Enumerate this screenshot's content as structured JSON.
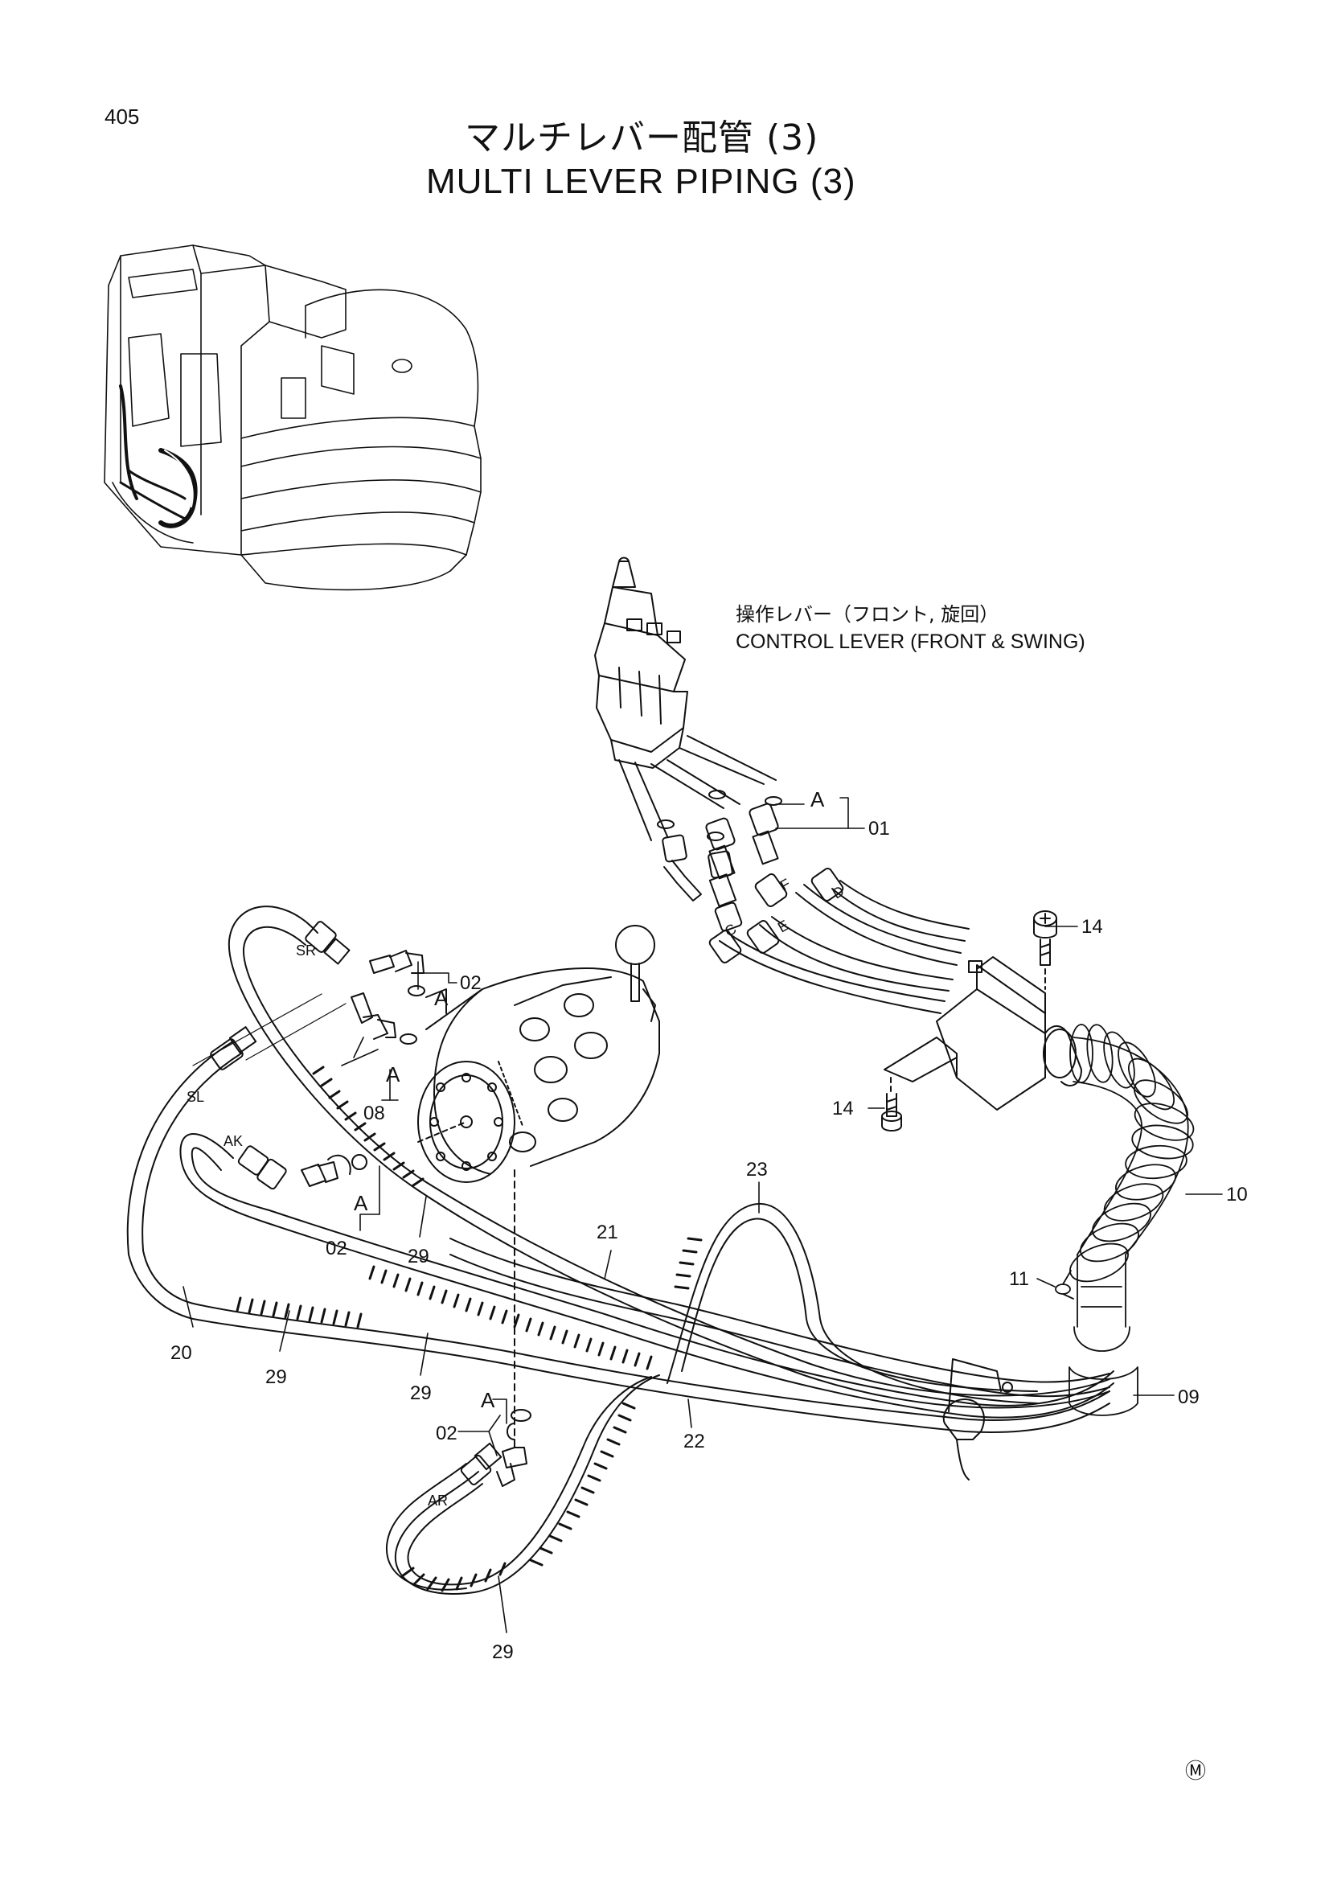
{
  "header": {
    "page_number": "405",
    "title_jp": "マルチレバー配管 (3)",
    "title_en": "MULTI LEVER PIPING (3)"
  },
  "control_lever_caption": {
    "jp": "操作レバー（フロント, 旋回）",
    "en": "CONTROL LEVER (FRONT & SWING)"
  },
  "part_numbers": {
    "p01": "01",
    "p02a": "02",
    "p02b": "02",
    "p02c": "02",
    "p08": "08",
    "p09": "09",
    "p10": "10",
    "p11": "11",
    "p14a": "14",
    "p14b": "14",
    "p20": "20",
    "p21": "21",
    "p22": "22",
    "p23": "23",
    "p29a": "29",
    "p29b": "29",
    "p29c": "29",
    "p29d": "29"
  },
  "port_labels": {
    "sr": "SR",
    "sl": "SL",
    "ak": "AK",
    "ar": "AR",
    "c": "C",
    "d": "D",
    "e": "E",
    "f": "F"
  },
  "ref_labels": {
    "a1": "A",
    "a2": "A",
    "a3": "A",
    "a4": "A",
    "a5": "A"
  },
  "footer_mark": "Ⓜ"
}
